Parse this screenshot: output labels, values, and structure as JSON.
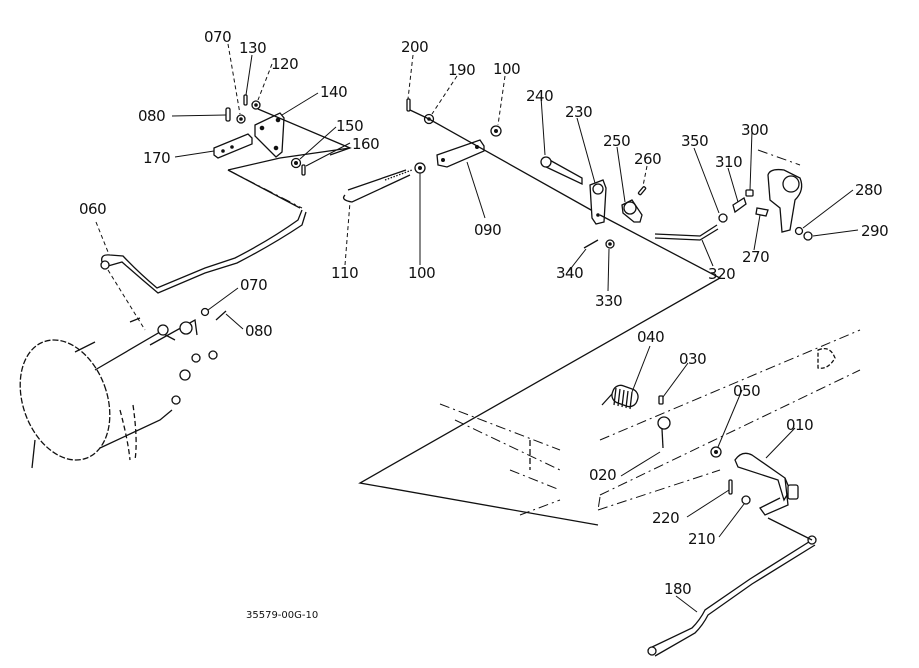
{
  "diagram": {
    "title": "Exploded parts diagram — clutch / pedal linkage",
    "figure_number": "35579-00G-10",
    "callouts": [
      {
        "id": "070",
        "label": "070"
      },
      {
        "id": "130",
        "label": "130"
      },
      {
        "id": "120",
        "label": "120"
      },
      {
        "id": "080",
        "label": "080"
      },
      {
        "id": "140",
        "label": "140"
      },
      {
        "id": "150",
        "label": "150"
      },
      {
        "id": "160",
        "label": "160"
      },
      {
        "id": "170",
        "label": "170"
      },
      {
        "id": "200",
        "label": "200"
      },
      {
        "id": "190",
        "label": "190"
      },
      {
        "id": "100a",
        "label": "100"
      },
      {
        "id": "090",
        "label": "090"
      },
      {
        "id": "110",
        "label": "110"
      },
      {
        "id": "100b",
        "label": "100"
      },
      {
        "id": "240",
        "label": "240"
      },
      {
        "id": "230",
        "label": "230"
      },
      {
        "id": "250",
        "label": "250"
      },
      {
        "id": "260",
        "label": "260"
      },
      {
        "id": "350",
        "label": "350"
      },
      {
        "id": "310",
        "label": "310"
      },
      {
        "id": "300",
        "label": "300"
      },
      {
        "id": "280",
        "label": "280"
      },
      {
        "id": "290",
        "label": "290"
      },
      {
        "id": "270",
        "label": "270"
      },
      {
        "id": "320",
        "label": "320"
      },
      {
        "id": "340",
        "label": "340"
      },
      {
        "id": "330",
        "label": "330"
      },
      {
        "id": "060",
        "label": "060"
      },
      {
        "id": "070b",
        "label": "070"
      },
      {
        "id": "080b",
        "label": "080"
      },
      {
        "id": "040",
        "label": "040"
      },
      {
        "id": "030",
        "label": "030"
      },
      {
        "id": "050",
        "label": "050"
      },
      {
        "id": "010",
        "label": "010"
      },
      {
        "id": "020",
        "label": "020"
      },
      {
        "id": "220",
        "label": "220"
      },
      {
        "id": "210",
        "label": "210"
      },
      {
        "id": "180",
        "label": "180"
      }
    ]
  }
}
